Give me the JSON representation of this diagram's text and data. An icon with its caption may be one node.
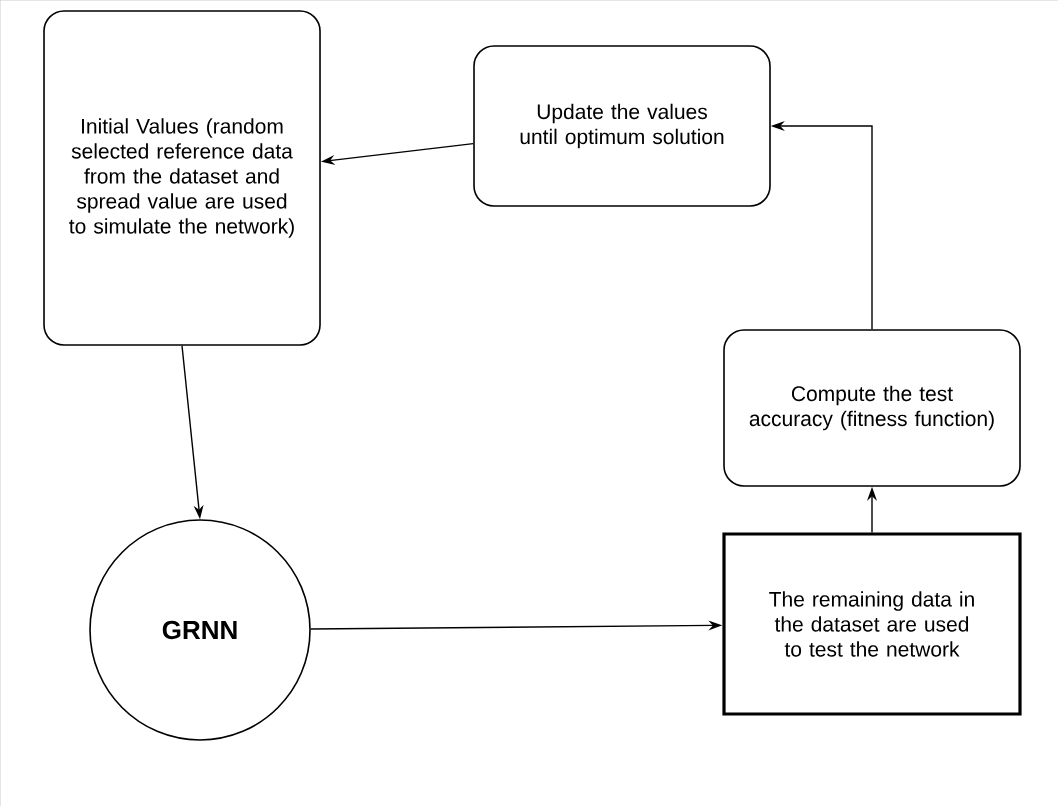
{
  "diagram": {
    "nodes": [
      {
        "text": [
          "Initial Values (random selected reference data from the dataset and spread value are used to simulate the network)"
        ]
      },
      {
        "text": [
          "Update the values until optimum solution"
        ]
      },
      {
        "text": [
          "Compute the test accuracy (fitness function)"
        ]
      },
      {
        "text": [
          "GRNN"
        ]
      },
      {
        "text": [
          "The remaining data in the dataset are used to test the network"
        ]
      }
    ],
    "edges": [
      {
        "from": 0,
        "to": 3,
        "arrow": "to"
      },
      {
        "from": 3,
        "to": 4,
        "arrow": "to"
      },
      {
        "from": 4,
        "to": 2,
        "arrow": "to"
      },
      {
        "from": 2,
        "to": 1,
        "arrow": "to"
      },
      {
        "from": 1,
        "to": 0,
        "arrow": "to"
      }
    ]
  }
}
